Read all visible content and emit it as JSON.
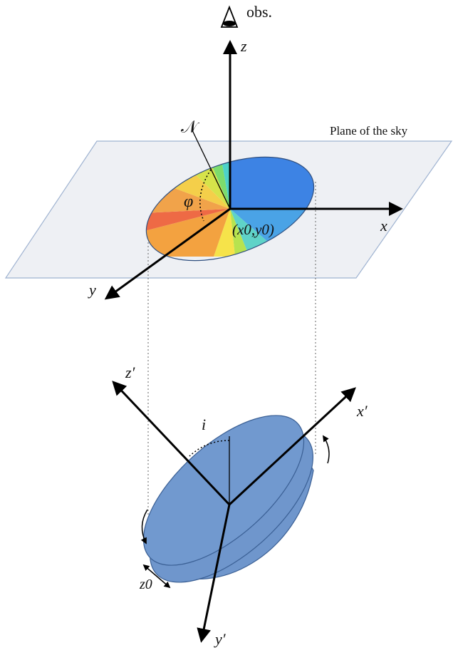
{
  "labels": {
    "observer": "obs.",
    "plane": "Plane of the sky",
    "north": "𝒩",
    "phi": "φ",
    "center": "(x0,y0)",
    "z_axis": "z",
    "x_axis": "x",
    "y_axis": "y",
    "zp_axis": "z′",
    "xp_axis": "x′",
    "yp_axis": "y′",
    "inclination": "i",
    "thickness": "z0"
  },
  "colors": {
    "plane_fill": "#eef0f4",
    "plane_edge": "#9fb3d1",
    "disk_fill": "#6f96cc",
    "disk_edge": "#3a5f94",
    "axis": "#000000"
  }
}
